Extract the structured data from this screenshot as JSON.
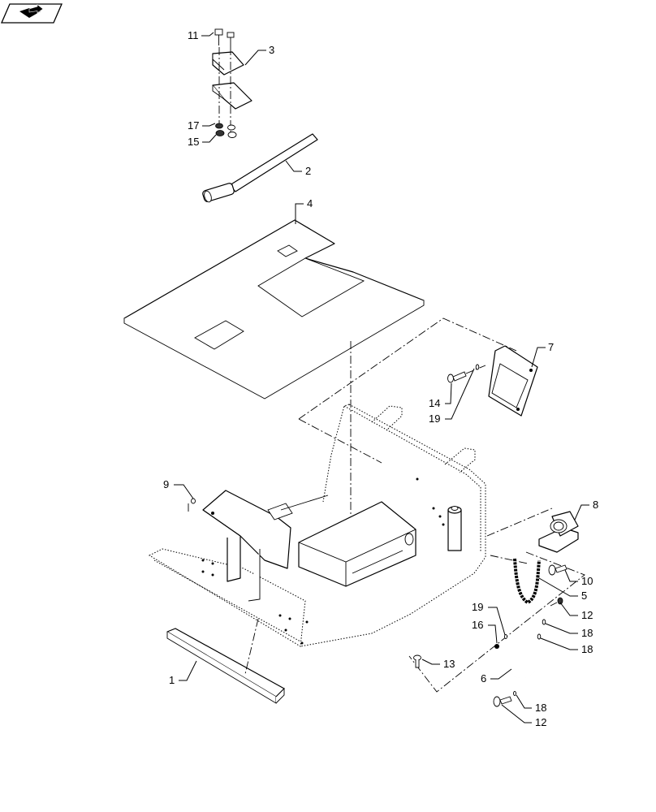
{
  "nav_icon": "arrow-book-icon",
  "callouts": {
    "c1": "1",
    "c2": "2",
    "c3": "3",
    "c4": "4",
    "c5": "5",
    "c6": "6",
    "c7": "7",
    "c8": "8",
    "c9": "9",
    "c10": "10",
    "c11": "11",
    "c12a": "12",
    "c12b": "12",
    "c13": "13",
    "c14": "14",
    "c15": "15",
    "c16": "16",
    "c17": "17",
    "c18a": "18",
    "c18b": "18",
    "c18c": "18",
    "c19a": "19",
    "c19b": "19"
  }
}
